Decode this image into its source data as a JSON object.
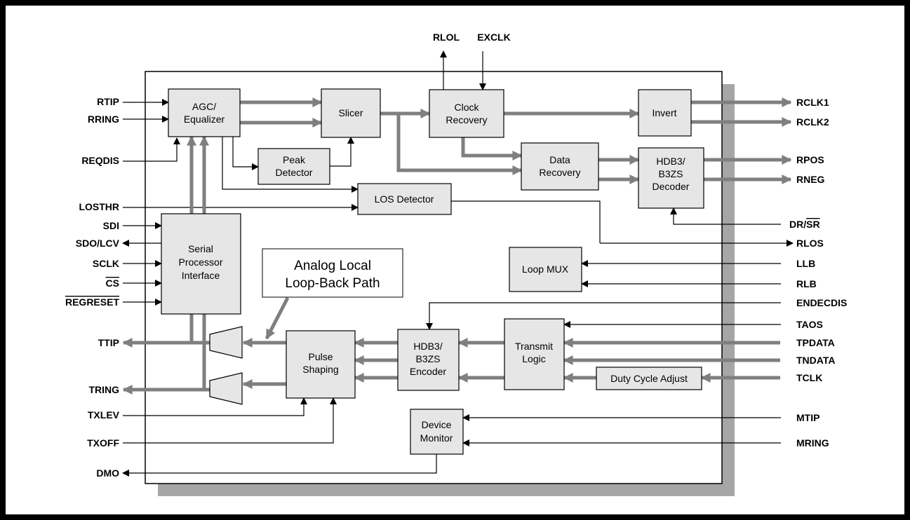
{
  "colors": {
    "block_fill": "#e6e6e6",
    "shadow": "#a6a6a6",
    "bus": "#7f7f7f",
    "line": "#000000"
  },
  "blocks": {
    "agc": [
      "AGC/",
      "Equalizer"
    ],
    "slicer": [
      "Slicer"
    ],
    "clock_recovery": [
      "Clock",
      "Recovery"
    ],
    "invert": [
      "Invert"
    ],
    "peak_detector": [
      "Peak",
      "Detector"
    ],
    "data_recovery": [
      "Data",
      "Recovery"
    ],
    "hdb3_decoder": [
      "HDB3/",
      "B3ZS",
      "Decoder"
    ],
    "los_detector": [
      "LOS Detector"
    ],
    "serial_processor": [
      "Serial",
      "Processor",
      "Interface"
    ],
    "loop_mux": [
      "Loop MUX"
    ],
    "pulse_shaping": [
      "Pulse",
      "Shaping"
    ],
    "hdb3_encoder": [
      "HDB3/",
      "B3ZS",
      "Encoder"
    ],
    "transmit_logic": [
      "Transmit",
      "Logic"
    ],
    "duty_cycle": [
      "Duty Cycle Adjust"
    ],
    "device_monitor": [
      "Device",
      "Monitor"
    ]
  },
  "callout": [
    "Analog Local",
    "Loop-Back Path"
  ],
  "pins": {
    "rlol": "RLOL",
    "exclk": "EXCLK",
    "rtip": "RTIP",
    "rring": "RRING",
    "reqdis": "REQDIS",
    "losthr": "LOSTHR",
    "sdi": "SDI",
    "sdo_lcv": "SDO/LCV",
    "sclk": "SCLK",
    "cs": "CS",
    "regreset": "REGRESET",
    "ttip": "TTIP",
    "tring": "TRING",
    "txlev": "TXLEV",
    "txoff": "TXOFF",
    "dmo": "DMO",
    "rclk1": "RCLK1",
    "rclk2": "RCLK2",
    "rpos": "RPOS",
    "rneg": "RNEG",
    "dr_sr_dr": "DR/",
    "dr_sr_sr": "SR",
    "rlos": "RLOS",
    "llb": "LLB",
    "rlb": "RLB",
    "endecdis": "ENDECDIS",
    "taos": "TAOS",
    "tpdata": "TPDATA",
    "tndata": "TNDATA",
    "tclk": "TCLK",
    "mtip": "MTIP",
    "mring": "MRING"
  }
}
